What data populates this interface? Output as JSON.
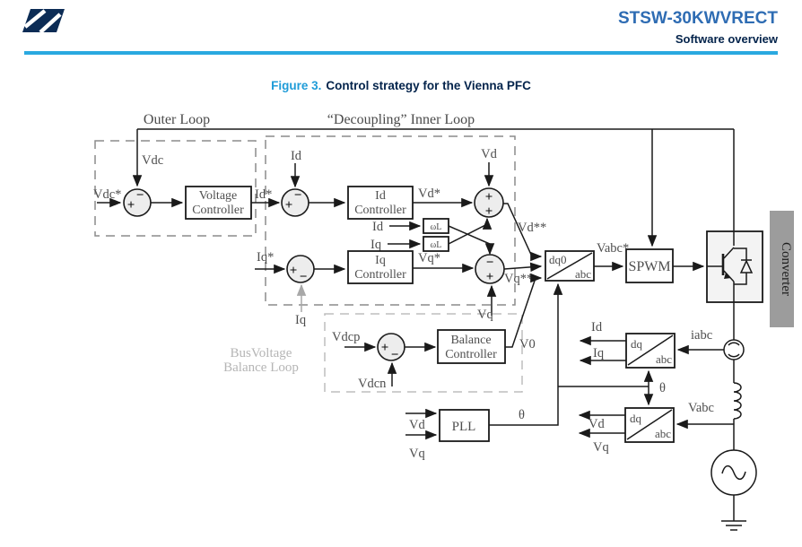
{
  "header": {
    "title": "STSW-30KWVRECT",
    "subtitle": "Software overview"
  },
  "figure": {
    "label": "Figure 3.",
    "title": "Control strategy for the Vienna PFC"
  },
  "loops": {
    "outer": "Outer Loop",
    "inner": "“Decoupling”  Inner Loop",
    "balance1": "BusVoltage",
    "balance2": "Balance Loop"
  },
  "blocks": {
    "voltage_controller1": "Voltage",
    "voltage_controller2": "Controller",
    "id_controller1": "Id",
    "id_controller2": "Controller",
    "iq_controller1": "Iq",
    "iq_controller2": "Controller",
    "balance_controller1": "Balance",
    "balance_controller2": "Controller",
    "pll": "PLL",
    "spwm": "SPWM",
    "converter": "Converter",
    "dq": "dq",
    "dq0": "dq0",
    "abc": "abc",
    "omega_l": "ωL"
  },
  "signals": {
    "vdc_star": "Vdc*",
    "vdc": "Vdc",
    "id_star": "Id*",
    "id": "Id",
    "iq_star": "Iq*",
    "iq": "Iq",
    "vd_star": "Vd*",
    "vq_star": "Vq*",
    "vd": "Vd",
    "vq": "Vq",
    "vd_dstar": "Vd**",
    "vq_dstar": "Vq**",
    "v0": "V0",
    "vdcp": "Vdcp",
    "vdcn": "Vdcn",
    "theta": "θ",
    "vabc_star": "Vabc*",
    "vabc": "Vabc",
    "iabc": "iabc",
    "plus": "+",
    "minus": "−"
  },
  "colors": {
    "title_blue": "#2e6cb3",
    "navy": "#03234b",
    "accent_blue": "#2aa9e0",
    "figure_blue": "#1f9cd8",
    "line": "#1a1a1a",
    "label_gray": "#4d4d4d",
    "balance_gray": "#b5b5b5",
    "converter_bar": "#9c9c9c",
    "junction_fill": "#ededed"
  }
}
